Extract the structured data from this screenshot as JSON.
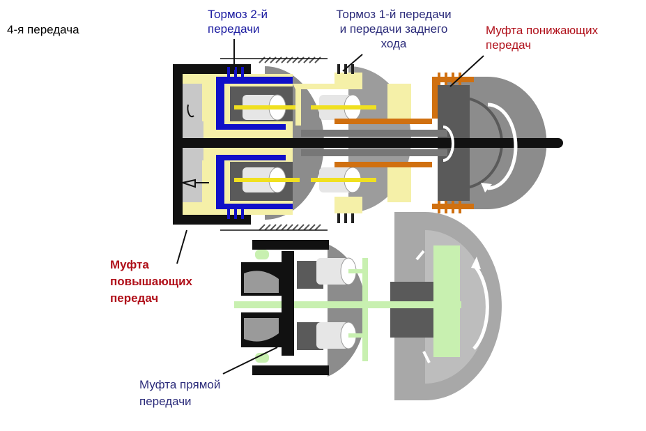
{
  "title": "4-я передача",
  "labels": {
    "brake2": {
      "line1": "Тормоз 2-й",
      "line2": "передачи"
    },
    "brake1": {
      "line1": "Тормоз 1-й передачи",
      "line2": "и передачи заднего",
      "line3": "хода"
    },
    "clutch_down": {
      "line1": "Муфта понижающих",
      "line2": "передач"
    },
    "clutch_up": {
      "line1": "Муфта",
      "line2": "повышающих",
      "line3": "передач"
    },
    "clutch_direct": {
      "line1": "Муфта прямой",
      "line2": "передачи"
    }
  },
  "colors": {
    "blue_text": "#1a1aa0",
    "navy_text": "#2b2b7a",
    "red_text": "#b0101a",
    "blue_part": "#1010c8",
    "yellow_part": "#f5f0a8",
    "orange_part": "#d07010",
    "green_part": "#c8f0b0",
    "gray_dark": "#5a5a5a",
    "gray_mid": "#8c8c8c",
    "gray_light": "#b4b4b4"
  }
}
